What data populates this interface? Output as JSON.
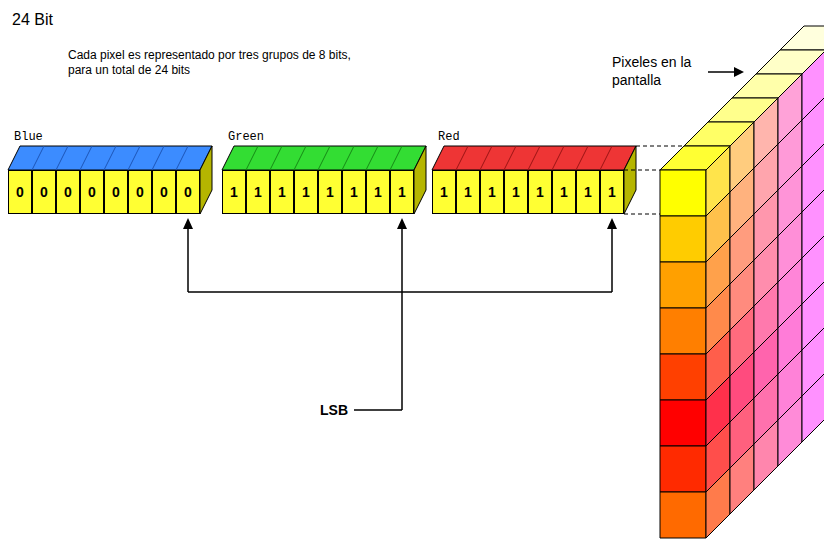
{
  "diagram": {
    "title": "24 Bit",
    "nodes": [
      {
        "text": [
          "Blue"
        ]
      },
      {
        "text": [
          "0"
        ],
        "in": 0
      },
      {
        "text": [
          "0"
        ],
        "in": 0
      },
      {
        "text": [
          "0"
        ],
        "in": 0
      },
      {
        "text": [
          "0"
        ],
        "in": 0
      },
      {
        "text": [
          "0"
        ],
        "in": 0
      },
      {
        "text": [
          "0"
        ],
        "in": 0
      },
      {
        "text": [
          "0"
        ],
        "in": 0
      },
      {
        "text": [
          "0"
        ],
        "in": 0
      },
      {
        "text": [
          "Green"
        ]
      },
      {
        "text": [
          "1"
        ],
        "in": 9
      },
      {
        "text": [
          "1"
        ],
        "in": 9
      },
      {
        "text": [
          "1"
        ],
        "in": 9
      },
      {
        "text": [
          "1"
        ],
        "in": 9
      },
      {
        "text": [
          "1"
        ],
        "in": 9
      },
      {
        "text": [
          "1"
        ],
        "in": 9
      },
      {
        "text": [
          "1"
        ],
        "in": 9
      },
      {
        "text": [
          "1"
        ],
        "in": 9
      },
      {
        "text": [
          "Red"
        ]
      },
      {
        "text": [
          "1"
        ],
        "in": 18
      },
      {
        "text": [
          "1"
        ],
        "in": 18
      },
      {
        "text": [
          "1"
        ],
        "in": 18
      },
      {
        "text": [
          "1"
        ],
        "in": 18
      },
      {
        "text": [
          "1"
        ],
        "in": 18
      },
      {
        "text": [
          "1"
        ],
        "in": 18
      },
      {
        "text": [
          "1"
        ],
        "in": 18
      },
      {
        "text": [
          "1"
        ],
        "in": 18
      }
    ],
    "labels": [
      "Cada pixel es representado por tres grupos de 8 bits, para un total de 24 bits",
      "LSB",
      "Pixeles en la pantalla"
    ]
  }
}
